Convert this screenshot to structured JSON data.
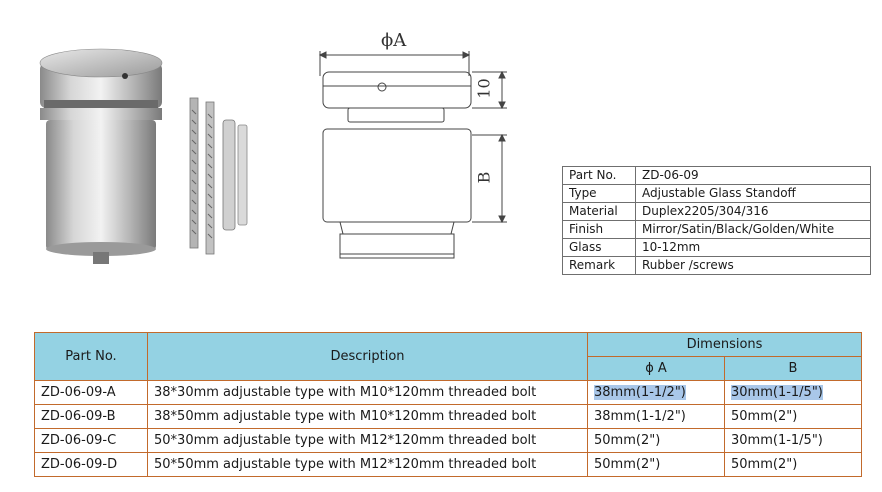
{
  "drawing": {
    "dim_a": "ϕA",
    "dim_10": "10",
    "dim_b": "B"
  },
  "spec": {
    "rows": [
      {
        "key": "Part No.",
        "value": "ZD-06-09"
      },
      {
        "key": "Type",
        "value": "Adjustable Glass Standoff"
      },
      {
        "key": "Material",
        "value": "Duplex2205/304/316"
      },
      {
        "key": "Finish",
        "value": "Mirror/Satin/Black/Golden/White"
      },
      {
        "key": "Glass",
        "value": "10-12mm"
      },
      {
        "key": "Remark",
        "value": "Rubber /screws"
      }
    ]
  },
  "dimensions": {
    "headers": {
      "part_no": "Part No.",
      "description": "Description",
      "dimensions": "Dimensions",
      "phi_a": "ϕ A",
      "b": "B"
    },
    "rows": [
      {
        "part": "ZD-06-09-A",
        "description": "38*30mm adjustable type with M10*120mm threaded bolt",
        "a": "38mm(1-1/2\")",
        "b": "30mm(1-1/5\")"
      },
      {
        "part": "ZD-06-09-B",
        "description": "38*50mm adjustable type with M10*120mm threaded bolt",
        "a": "38mm(1-1/2\")",
        "b": "50mm(2\")"
      },
      {
        "part": "ZD-06-09-C",
        "description": "50*30mm adjustable type with M12*120mm threaded bolt",
        "a": "50mm(2\")",
        "b": "30mm(1-1/5\")"
      },
      {
        "part": "ZD-06-09-D",
        "description": "50*50mm adjustable type with M12*120mm threaded bolt",
        "a": "50mm(2\")",
        "b": "50mm(2\")"
      }
    ]
  },
  "colors": {
    "header_fill": "#94d2e3",
    "table_border": "#c26a2c",
    "selection": "#a9c7e9"
  }
}
